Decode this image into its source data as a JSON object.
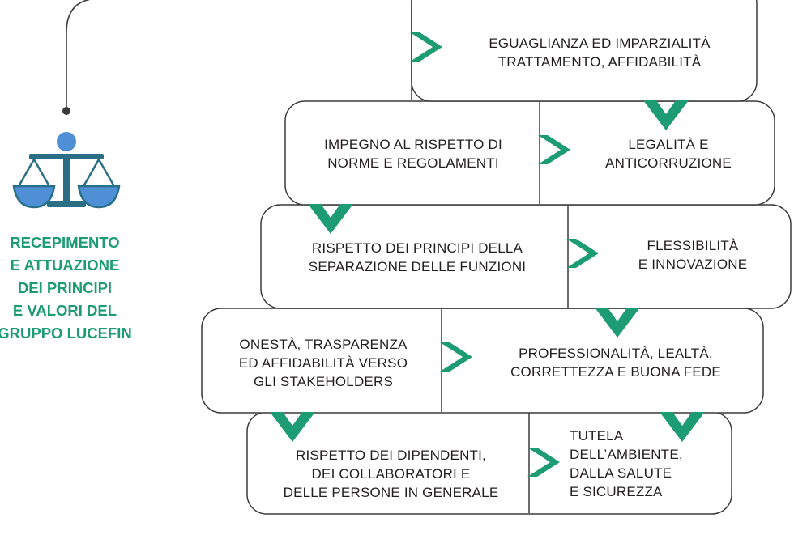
{
  "title_lines": [
    "RECEPIMENTO",
    "E ATTUAZIONE",
    "DEI PRINCIPI",
    "E VALORI DEL",
    "GRUPPO LUCEFIN"
  ],
  "colors": {
    "accent": "#1d9b72",
    "icon_blue": "#4e8fd6",
    "icon_dark": "#2a6f86",
    "border": "#3a3a3a"
  },
  "icon": "scales-of-justice-icon",
  "values": {
    "eguaglianza": [
      "EGUAGLIANZA ED IMPARZIALITÀ",
      "TRATTAMENTO, AFFIDABILITÀ"
    ],
    "impegno": [
      "IMPEGNO AL RISPETTO DI",
      "NORME E REGOLAMENTI"
    ],
    "legalita": [
      "LEGALITÀ E",
      "ANTICORRUZIONE"
    ],
    "separazione": [
      "RISPETTO DEI PRINCIPI DELLA",
      "SEPARAZIONE DELLE FUNZIONI"
    ],
    "flessibilita": [
      "FLESSIBILITÀ",
      "E INNOVAZIONE"
    ],
    "onesta": [
      "ONESTÀ, TRASPARENZA",
      "ED AFFIDABILITÀ VERSO",
      "GLI STAKEHOLDERS"
    ],
    "professionalita": [
      "PROFESSIONALITÀ, LEALTÀ,",
      "CORRETTEZZA E BUONA FEDE"
    ],
    "dipendenti": [
      "RISPETTO DEI DIPENDENTI,",
      "DEI COLLABORATORI E",
      "DELLE PERSONE IN GENERALE"
    ],
    "tutela": [
      "TUTELA",
      "DELL’AMBIENTE,",
      "DALLA SALUTE",
      "E SICUREZZA"
    ]
  }
}
